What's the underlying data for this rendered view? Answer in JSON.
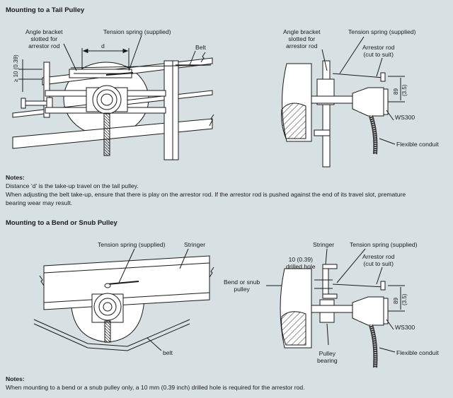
{
  "sections": {
    "tail": {
      "title": "Mounting to a Tail Pulley",
      "left_labels": {
        "angle_bracket": "Angle bracket\nslotted for\narrestor rod",
        "tension_spring": "Tension spring (supplied)",
        "belt": "Belt",
        "d": "d",
        "dim": "≥ 10 (0.39)"
      },
      "right_labels": {
        "angle_bracket": "Angle bracket\nslotted for\narrestor rod",
        "tension_spring": "Tension spring (supplied)",
        "arrestor_rod": "Arrestor rod\n(cut to suit)",
        "dim_mm": "89",
        "dim_in": "(3.5)",
        "ws300": "WS300",
        "conduit": "Flexible conduit"
      },
      "notes_title": "Notes:",
      "notes": [
        "Distance ‘d’ is the take-up travel on the tail pulley.",
        "When adjusting the belt take-up, ensure that there is play on the arrestor rod. If the arrestor rod is pushed against the end of its travel slot, premature",
        "bearing wear may result."
      ]
    },
    "bend": {
      "title": "Mounting to a Bend or Snub Pulley",
      "left_labels": {
        "tension_spring": "Tension spring (supplied)",
        "stringer": "Stringer",
        "belt": "belt"
      },
      "right_labels": {
        "stringer": "Stringer",
        "tension_spring": "Tension spring (supplied)",
        "drilled": "10 (0.39)\ndrilled hole",
        "arrestor_rod": "Arrestor rod\n(cut to suit)",
        "pulley": "Bend or snub\npulley",
        "dim_mm": "89",
        "dim_in": "(3.5)",
        "ws300": "WS300",
        "pulley_bearing": "Pulley\nbearing",
        "conduit": "Flexible conduit"
      },
      "notes_title": "Notes:",
      "notes": [
        "When mounting to a bend or a snub pulley only, a 10 mm (0.39 inch) drilled hole is required for the arrestor rod."
      ]
    }
  }
}
